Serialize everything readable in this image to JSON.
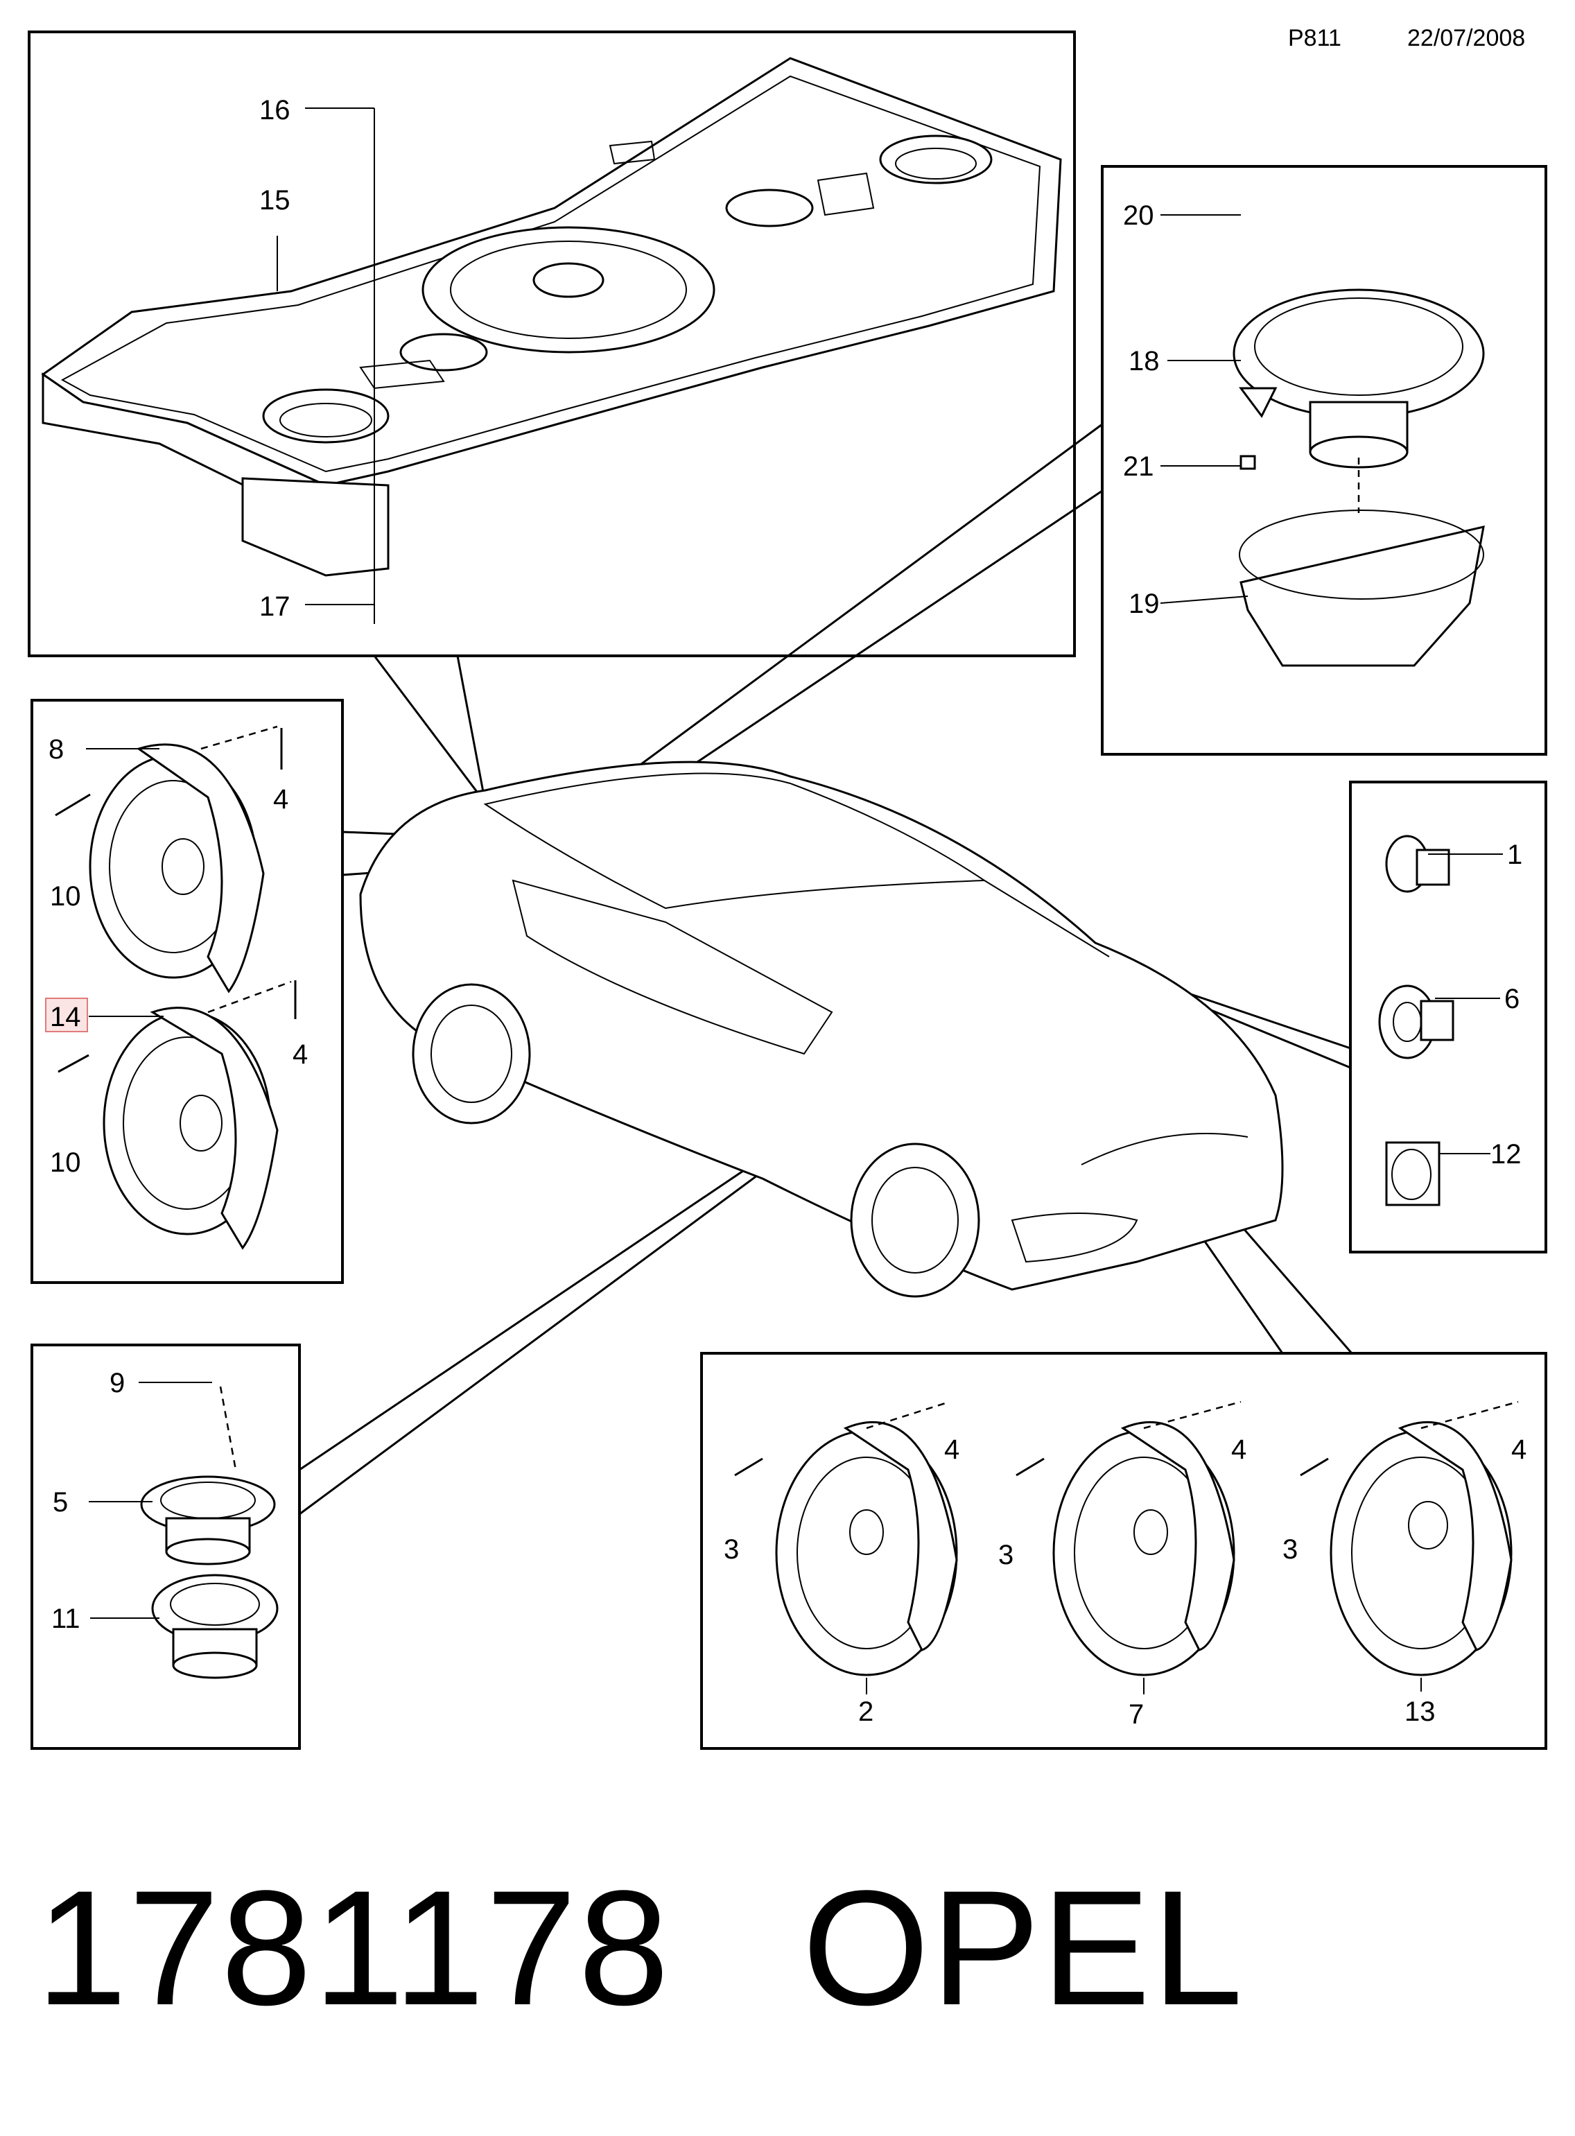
{
  "header": {
    "code": "P811",
    "date": "22/07/2008"
  },
  "footer": {
    "part_number": "1781178",
    "brand": "OPEL"
  },
  "callouts": {
    "c1": "1",
    "c2": "2",
    "c3a": "3",
    "c3b": "3",
    "c3c": "3",
    "c4a": "4",
    "c4b": "4",
    "c4c": "4",
    "c4d": "4",
    "c4e": "4",
    "c5": "5",
    "c6": "6",
    "c7": "7",
    "c8": "8",
    "c9": "9",
    "c10a": "10",
    "c10b": "10",
    "c11": "11",
    "c12": "12",
    "c13": "13",
    "c14": "14",
    "c15": "15",
    "c16": "16",
    "c17": "17",
    "c18": "18",
    "c19": "19",
    "c20": "20",
    "c21": "21"
  },
  "highlight": {
    "callout": "14",
    "color": "#e07a7a",
    "fill": "#fbe4e4"
  }
}
